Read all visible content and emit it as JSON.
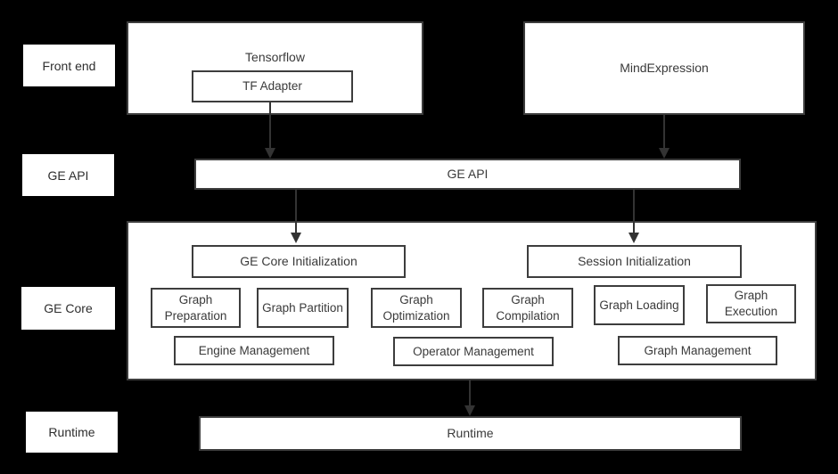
{
  "colors": {
    "background": "#000000",
    "box_fill": "#ffffff",
    "box_border": "#3d3d3d",
    "text": "#3a3a3a",
    "arrow": "#333333"
  },
  "side_labels": [
    "Front end",
    "GE API",
    "GE Core",
    "Runtime"
  ],
  "front_end": {
    "tensorflow_label": "Tensorflow",
    "tf_adapter_label": "TF Adapter",
    "mind_expression_label": "MindExpression"
  },
  "ge_api_bar_label": "GE API",
  "ge_core": {
    "ge_core_initialization": "GE Core Initialization",
    "session_initialization": "Session Initialization",
    "stages": [
      "Graph Preparation",
      "Graph Partition",
      "Graph Optimization",
      "Graph Compilation",
      "Graph Loading",
      "Graph Execution"
    ],
    "management": [
      "Engine Management",
      "Operator Management",
      "Graph Management"
    ]
  },
  "runtime_bar_label": "Runtime"
}
